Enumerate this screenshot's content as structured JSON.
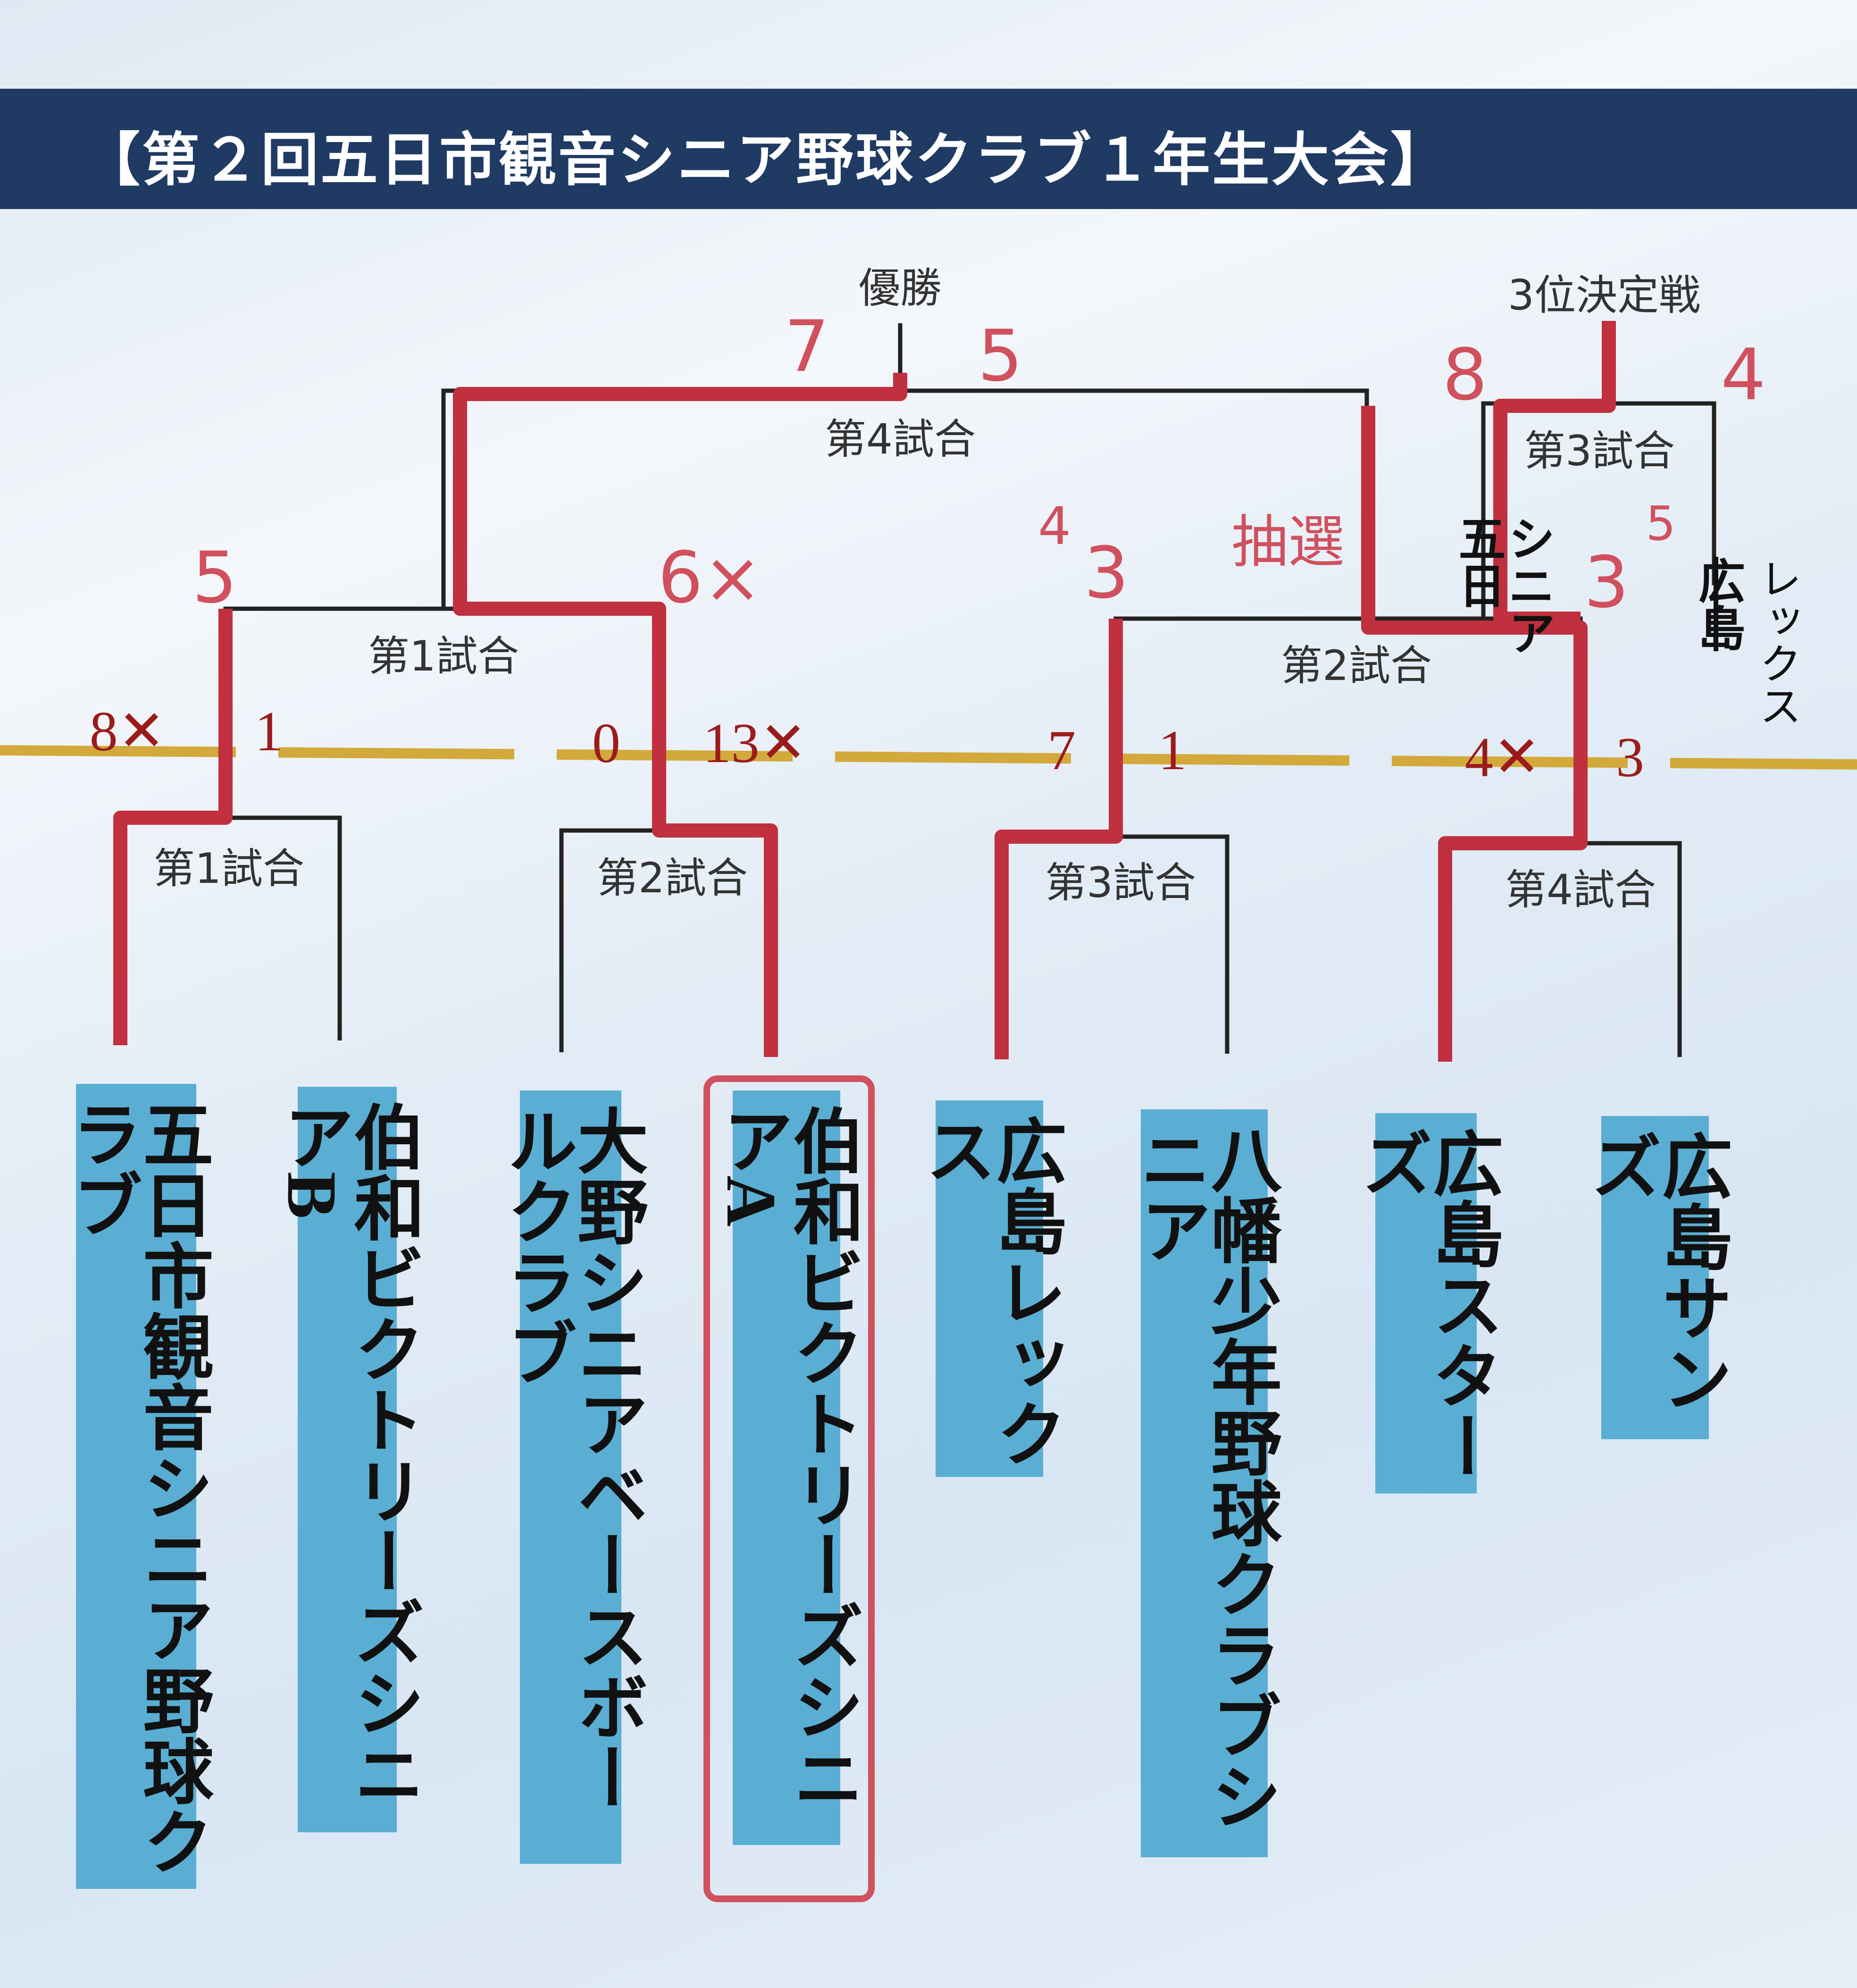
{
  "header": {
    "title": "【第２回五日市観音シニア野球クラブ１年生大会】"
  },
  "labels": {
    "champion": "優勝",
    "third_place": "3位決定戦",
    "final_match": "第4試合",
    "third_match": "第3試合",
    "semi_1": "第1試合",
    "semi_2": "第2試合",
    "r1_m1": "第1試合",
    "r1_m2": "第2試合",
    "r1_m3": "第3試合",
    "r1_m4": "第4試合"
  },
  "teams": [
    "五日市観音シニア野球クラブ",
    "伯和ビクトリーズシニアB",
    "大野シニアベースボールクラブ",
    "伯和ビクトリーズシニアA",
    "広島レックス",
    "八幡少年野球クラブシニア",
    "広島スターズ",
    "広島サンズ"
  ],
  "round1_scores": [
    "8✕",
    "1",
    "0",
    "13✕",
    "7",
    "1",
    "4✕",
    "3"
  ],
  "handwritten": {
    "final_left": "7",
    "final_right": "5",
    "third_left": "8",
    "third_right": "4",
    "semi1_left": "5",
    "semi1_right": "6×",
    "semi2_left_small": "4",
    "semi2_left": "3",
    "lottery": "抽選",
    "semi2_right_small": "5",
    "semi2_right": "3",
    "note_team": "シニア五日",
    "note_crossed": "広島",
    "note_rex": "レックス"
  },
  "colors": {
    "header": "#1f3a63",
    "team_box": "#5aaed3",
    "marker_red": "#c0303e",
    "gold_line": "#d2a93a"
  }
}
